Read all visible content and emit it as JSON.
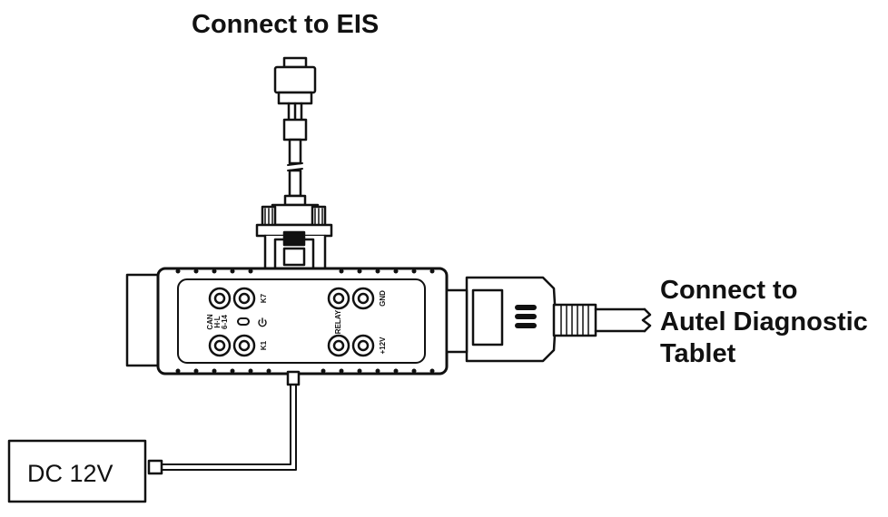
{
  "labels": {
    "connect_eis": "Connect to EIS",
    "connect_tablet_lines": [
      "Connect to",
      "Autel Diagnostic",
      "Tablet"
    ],
    "power_supply": "DC 12V"
  },
  "ports": {
    "k7": "K7",
    "k1": "K1",
    "can_lines": [
      "CAN",
      "H·L",
      "6-14"
    ],
    "relay": "RELAY",
    "gnd": "GND",
    "plus12v": "+12V"
  },
  "power_icon": "power-icon",
  "colors": {
    "line": "#111111",
    "background": "#ffffff"
  }
}
